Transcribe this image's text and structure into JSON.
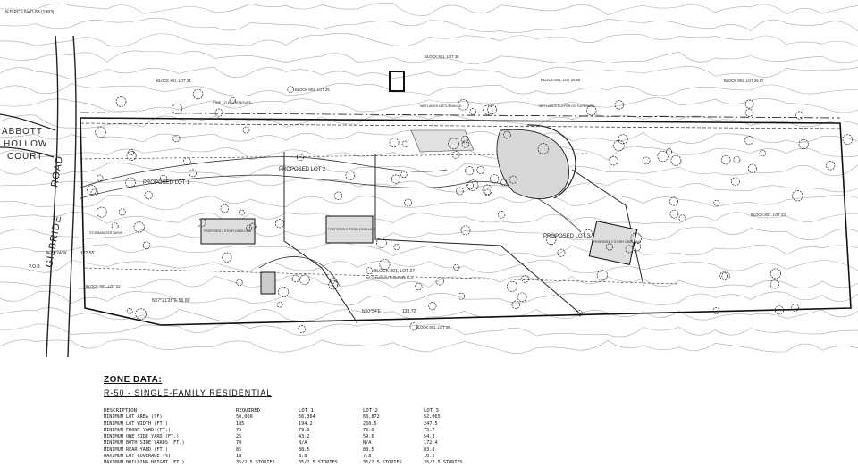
{
  "plan": {
    "north_label": "NJSPCS NAD 83 (1983)",
    "road_labels": [
      "ABBOTT",
      "HOLLOW",
      "COURT",
      "GILBRIDE",
      "ROAD"
    ],
    "lot_labels": [
      "PROPOSED LOT 1",
      "PROPOSED LOT 2",
      "PROPOSED LOT 3"
    ],
    "dwelling_label_1": "PROPOSED 2 STORY DWELLING",
    "dwelling_label_2": "PROPOSED 2 STORY DWELLING",
    "dwelling_label_3": "PROPOSED 2 STORY DWELLING",
    "blocks": [
      "BLOCK 801, LOT 24",
      "BLOCK 801, LOT 36",
      "BLOCK 801, LOT 25",
      "BLOCK 801, LOT 26.08",
      "BLOCK 801, LOT 26.07",
      "BLOCK 801, LOT 23",
      "BLOCK 801, LOT 22",
      "BLOCK 801, LOT 20"
    ],
    "tree_note": "PINE TO BE REMOVED",
    "wetlands_note_1": "WETLANDS DISTURBANCE",
    "wetlands_note_2": "WETLANDS BUFFER DISTURBANCE",
    "bearing_1": "N73°24'W",
    "distance_1": "122.55'",
    "bearing_2": "N10°54'E",
    "distance_2": "133.72'",
    "curve_label": "N57°21'26\"E 56.00'",
    "pob_label": "P.O.B.",
    "basin_label": "STORMWATER BASIN",
    "property_label": "BLOCK 801, LOT 27",
    "property_owner": "n/f Crestwood Properties LLC"
  },
  "zone": {
    "title": "ZONE DATA:",
    "subtitle": "R-50  -  SINGLE-FAMILY  RESIDENTIAL",
    "headers": [
      "DESCRIPTION",
      "REQUIRED",
      "LOT 1",
      "LOT 2",
      "LOT 3"
    ],
    "rows": [
      [
        "MINIMUM LOT AREA (SF)",
        "50,000",
        "56,364",
        "63,872",
        "52,065"
      ],
      [
        "MINIMUM LOT WIDTH (FT.)",
        "185",
        "194.2",
        "260.5",
        "247.5"
      ],
      [
        "MINIMUM FRONT YARD (FT.)",
        "75",
        "79.0",
        "79.0",
        "75.7"
      ],
      [
        "MINIMUM ONE SIDE YARD (FT.)",
        "25",
        "43.2",
        "59.6",
        "54.3"
      ],
      [
        "MINIMUM BOTH SIDE YARDS (FT.)",
        "70",
        "N/A",
        "N/A",
        "172.4"
      ],
      [
        "MINIMUM REAR YARD (FT.)",
        "85",
        "88.5",
        "88.5",
        "83.8"
      ],
      [
        "MAXIMUM LOT COVERAGE (%)",
        "18",
        "8.8",
        "7.8",
        "10.2"
      ],
      [
        "MAXIMUM BUILDING HEIGHT (FT.)",
        "35/2.5 STORIES",
        "35/2.5 STORIES",
        "35/2.5 STORIES",
        "35/2.5 STORIES"
      ]
    ]
  }
}
